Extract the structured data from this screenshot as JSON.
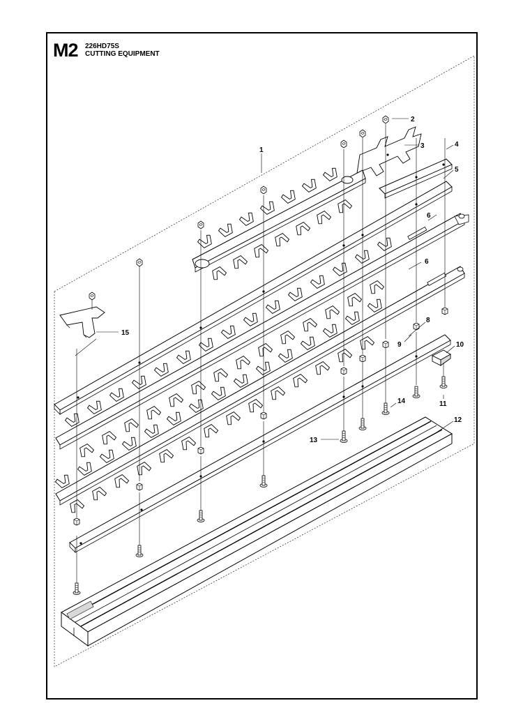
{
  "header": {
    "code": "M2",
    "model": "226HD75S",
    "section": "CUTTING EQUIPMENT"
  },
  "labels": {
    "p1": "1",
    "p2": "2",
    "p3": "3",
    "p4": "4",
    "p5": "5",
    "p6a": "6",
    "p6b": "6",
    "p8": "8",
    "p9": "9",
    "p10": "10",
    "p11": "11",
    "p12": "12",
    "p13": "13",
    "p14": "14",
    "p15": "15"
  },
  "colors": {
    "line": "#000000",
    "part_fill": "#ffffff",
    "shade": "#d9d9d9"
  }
}
